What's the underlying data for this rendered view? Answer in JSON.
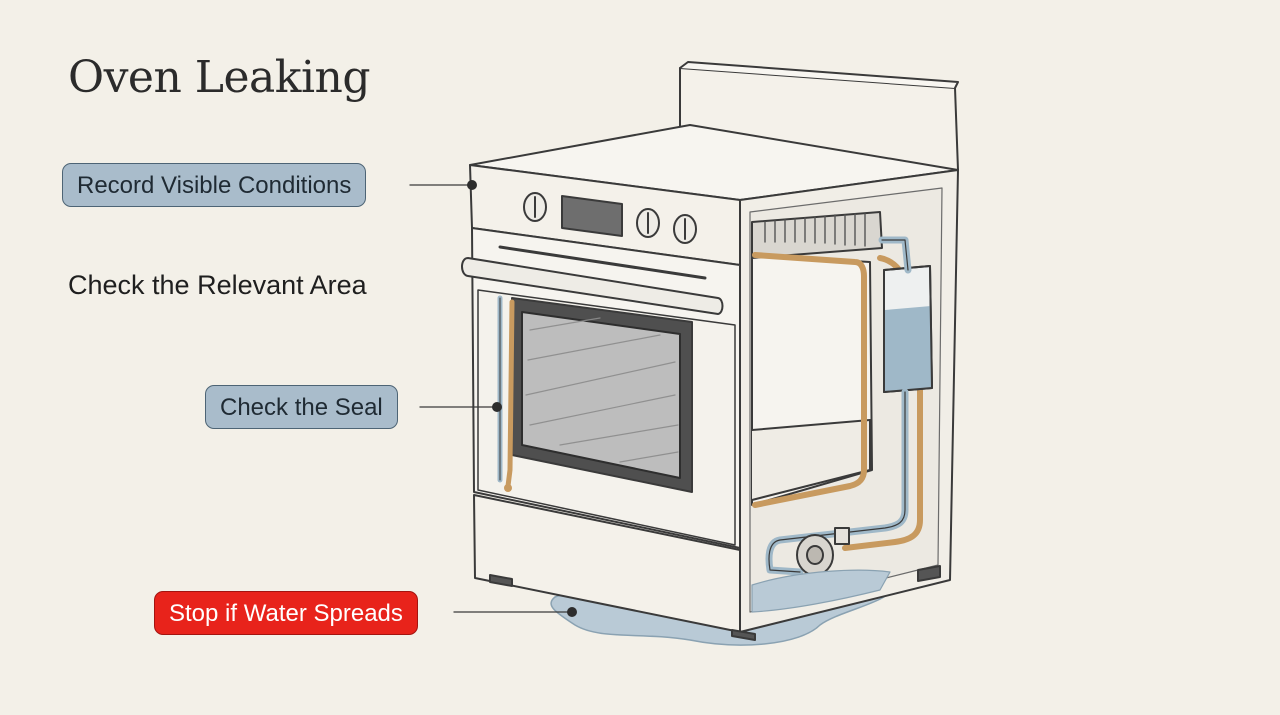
{
  "title": "Oven Leaking",
  "labels": {
    "record": "Record Visible Conditions",
    "check_area": "Check the Relevant Area",
    "check_seal": "Check the Seal",
    "stop": "Stop if Water Spreads"
  },
  "colors": {
    "background": "#f3f0e8",
    "label_blue": "#a9bccb",
    "label_red": "#e8231b",
    "gasket": "#c89a5f",
    "water": "#9fb8c8"
  }
}
